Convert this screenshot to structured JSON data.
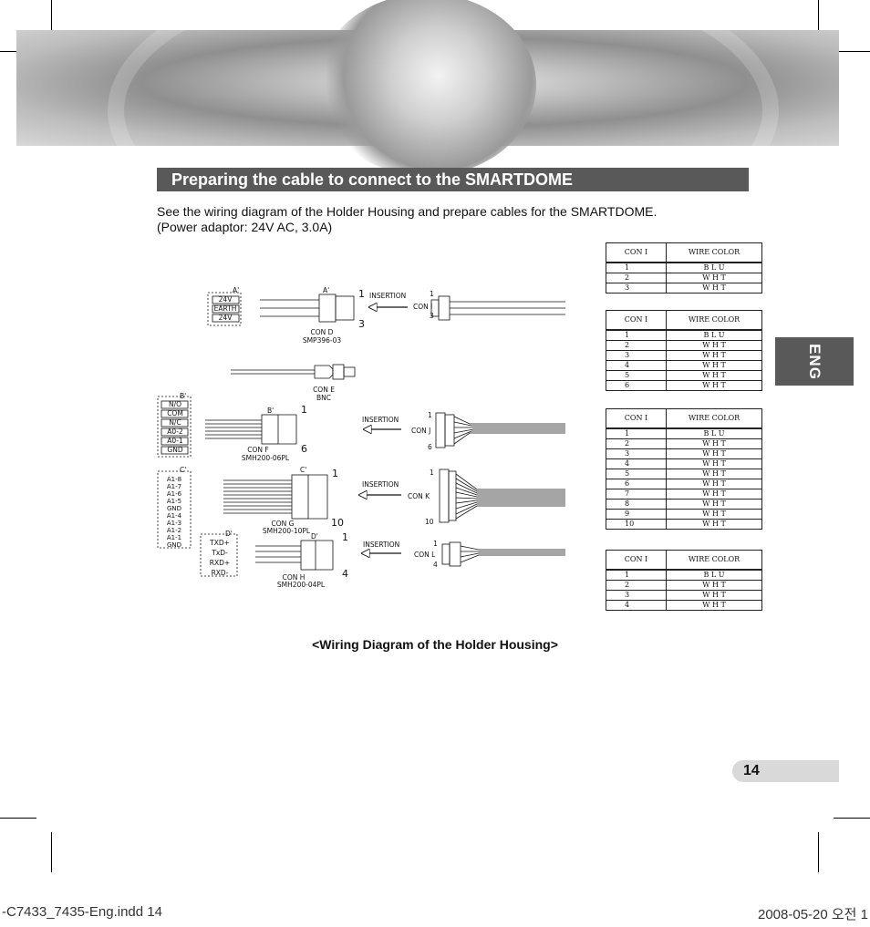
{
  "section_title": "Preparing the cable to connect to the SMARTDOME",
  "intro_lines": [
    "See the wiring diagram of the Holder Housing and prepare cables for the SMARTDOME.",
    "(Power adaptor: 24V AC, 3.0A)"
  ],
  "lang_tab": "ENG",
  "caption": "<Wiring Diagram of the Holder Housing>",
  "page_number": "14",
  "footer_left": "-C7433_7435-Eng.indd   14",
  "footer_right": "2008-05-20   오전 1",
  "diagram": {
    "terminal_a": {
      "tag": "A'",
      "labels": [
        "24V",
        "EARTH",
        "24V"
      ]
    },
    "terminal_b": {
      "tag": "B'",
      "labels": [
        "N/O",
        "COM",
        "N/C",
        "A0-2",
        "A0-1",
        "GND"
      ]
    },
    "terminal_c": {
      "tag": "C'",
      "labels": [
        "A1-8",
        "A1-7",
        "A1-6",
        "A1-5",
        "GND",
        "A1-4",
        "A1-3",
        "A1-2",
        "A1-1",
        "GND"
      ]
    },
    "terminal_d": {
      "tag": "D'",
      "labels": [
        "TXD+",
        "TxD-",
        "RXD+",
        "RXD-"
      ]
    },
    "con_d": {
      "name": "CON D",
      "part": "SMP396-03",
      "tag": "A'",
      "pin_first": "1",
      "pin_last": "3"
    },
    "con_e": {
      "name": "CON E",
      "part": "BNC"
    },
    "con_f": {
      "name": "CON F",
      "part": "SMH200-06PL",
      "tag": "B'",
      "pin_first": "1",
      "pin_last": "6"
    },
    "con_g": {
      "name": "CON G",
      "part": "SMH200-10PL",
      "tag": "C'",
      "pin_first": "1",
      "pin_last": "10"
    },
    "con_h": {
      "name": "CON H",
      "part": "SMH200-04PL",
      "tag": "D'",
      "pin_first": "1",
      "pin_last": "4"
    },
    "insertion_label": "INSERTION",
    "con_i": {
      "name": "CON I",
      "pin_first": "1",
      "pin_last": "3"
    },
    "con_j": {
      "name": "CON J",
      "pin_first": "1",
      "pin_last": "6"
    },
    "con_k": {
      "name": "CON K",
      "pin_first": "1",
      "pin_last": "10"
    },
    "con_l": {
      "name": "CON L",
      "pin_first": "1",
      "pin_last": "4"
    }
  },
  "tables": [
    {
      "header": [
        "CON I",
        "WIRE COLOR"
      ],
      "rows": [
        [
          "1",
          "B L U"
        ],
        [
          "2",
          "W H T"
        ],
        [
          "3",
          "W H T"
        ]
      ]
    },
    {
      "header": [
        "CON I",
        "WIRE COLOR"
      ],
      "rows": [
        [
          "1",
          "B L U"
        ],
        [
          "2",
          "W H T"
        ],
        [
          "3",
          "W H T"
        ],
        [
          "4",
          "W H T"
        ],
        [
          "5",
          "W H T"
        ],
        [
          "6",
          "W H T"
        ]
      ]
    },
    {
      "header": [
        "CON I",
        "WIRE COLOR"
      ],
      "rows": [
        [
          "1",
          "B L U"
        ],
        [
          "2",
          "W H T"
        ],
        [
          "3",
          "W H T"
        ],
        [
          "4",
          "W H T"
        ],
        [
          "5",
          "W H T"
        ],
        [
          "6",
          "W H T"
        ],
        [
          "7",
          "W H T"
        ],
        [
          "8",
          "W H T"
        ],
        [
          "9",
          "W H T"
        ],
        [
          "10",
          "W H T"
        ]
      ]
    },
    {
      "header": [
        "CON I",
        "WIRE COLOR"
      ],
      "rows": [
        [
          "1",
          "B L U"
        ],
        [
          "2",
          "W H T"
        ],
        [
          "3",
          "W H T"
        ],
        [
          "4",
          "W H T"
        ]
      ]
    }
  ]
}
